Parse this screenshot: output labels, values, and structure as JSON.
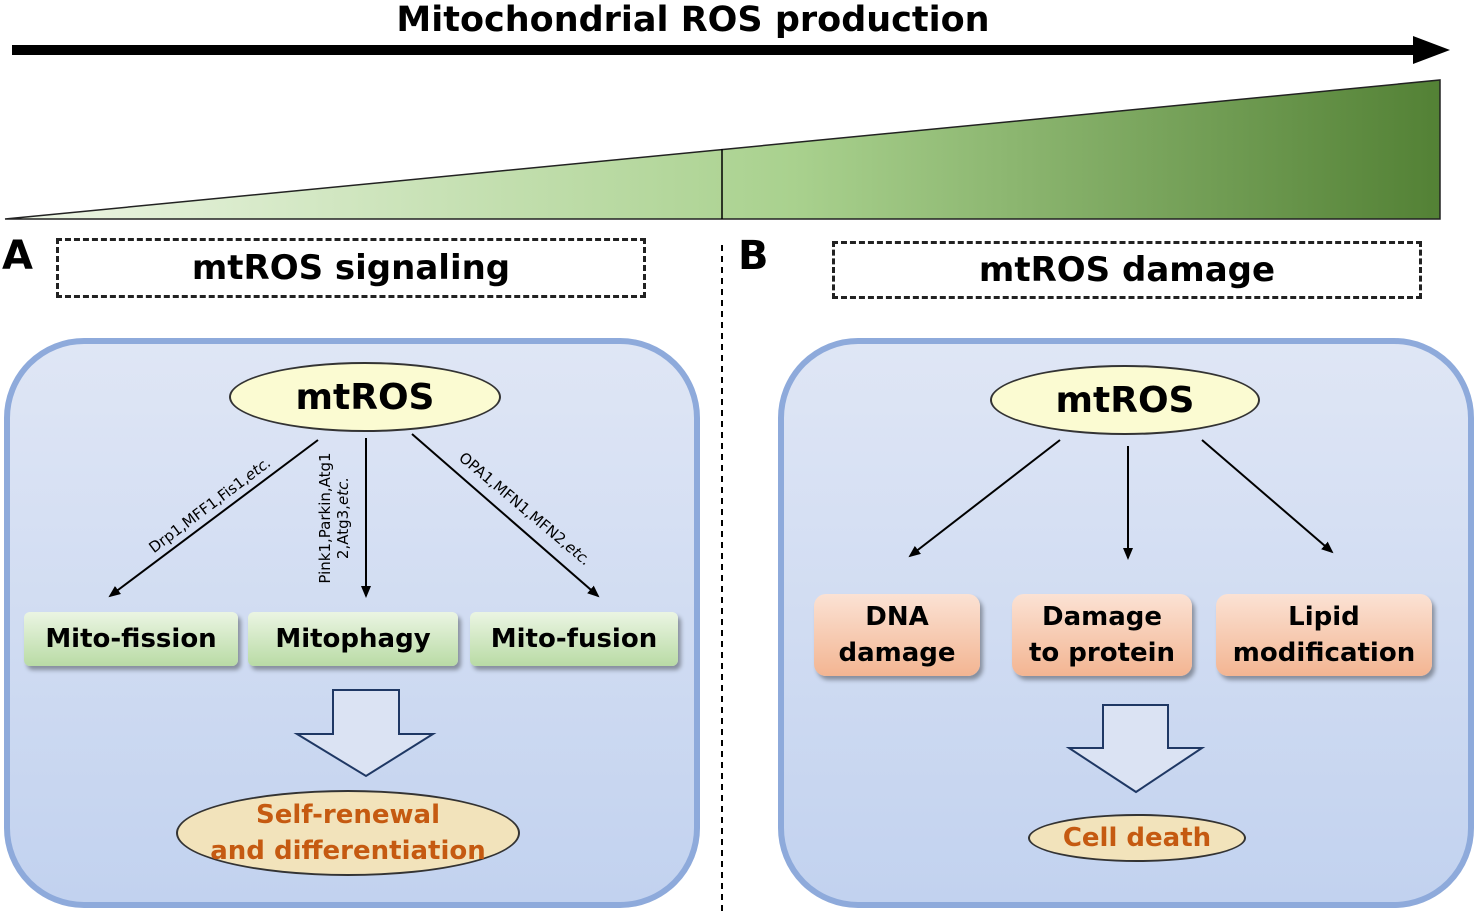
{
  "header": {
    "title": "Mitochondrial ROS production"
  },
  "panel_a": {
    "letter": "A",
    "heading": "mtROS signaling",
    "source": "mtROS",
    "edge_labels": {
      "fission_main": "Drp1,MFF1,Fis1,",
      "fission_etc": "etc.",
      "mitophagy_line1": "Pink1,Parkin,Atg1",
      "mitophagy_line2_main": "2,Atg3,",
      "mitophagy_etc": "etc.",
      "fusion_main": "OPA1,MFN1,MFN2,",
      "fusion_etc": "etc."
    },
    "targets": [
      "Mito-fission",
      "Mitophagy",
      "Mito-fusion"
    ],
    "outcome_line1": "Self-renewal",
    "outcome_line2": "and differentiation"
  },
  "panel_b": {
    "letter": "B",
    "heading": "mtROS damage",
    "source": "mtROS",
    "targets": [
      {
        "line1": "DNA",
        "line2": "damage"
      },
      {
        "line1": "Damage",
        "line2": "to protein"
      },
      {
        "line1": "Lipid",
        "line2": "modification"
      }
    ],
    "outcome": "Cell death"
  },
  "colors": {
    "ramp_light": "#eef6e6",
    "ramp_mid": "#a9d18e",
    "ramp_dark": "#538135",
    "panel_border": "#8eaadb",
    "outcome_text": "#c55a11"
  }
}
